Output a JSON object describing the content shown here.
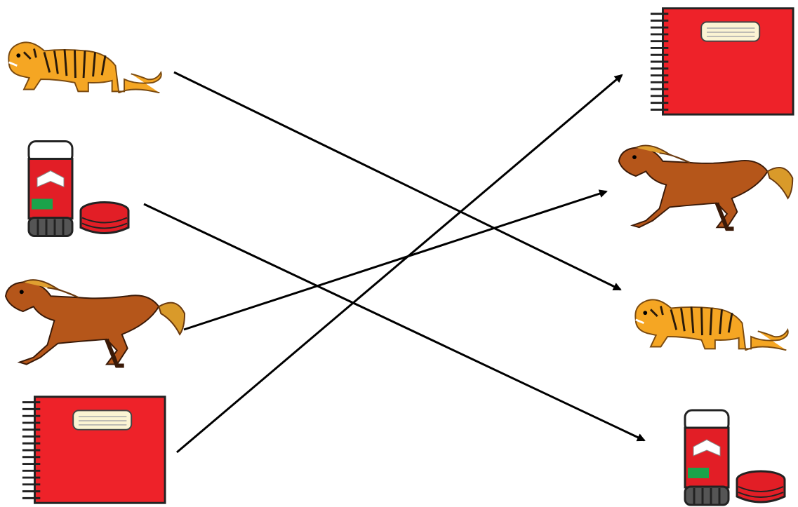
{
  "left_column": [
    {
      "item": "tiger",
      "icon": "tiger-icon"
    },
    {
      "item": "glue-stick",
      "icon": "glue-stick-icon"
    },
    {
      "item": "horse",
      "icon": "horse-icon"
    },
    {
      "item": "notebook",
      "icon": "notebook-icon"
    }
  ],
  "right_column": [
    {
      "item": "notebook",
      "icon": "notebook-icon"
    },
    {
      "item": "horse",
      "icon": "horse-icon"
    },
    {
      "item": "tiger",
      "icon": "tiger-icon"
    },
    {
      "item": "glue-stick",
      "icon": "glue-stick-icon"
    }
  ],
  "connections": [
    {
      "from": "tiger",
      "to": "tiger"
    },
    {
      "from": "glue-stick",
      "to": "glue-stick"
    },
    {
      "from": "horse",
      "to": "horse"
    },
    {
      "from": "notebook",
      "to": "notebook"
    }
  ],
  "colors": {
    "arrow": "#000000",
    "notebook_red": "#ee2229",
    "glue_red": "#e21e26",
    "horse_brown": "#b5561a",
    "tiger_orange": "#f5a623"
  }
}
